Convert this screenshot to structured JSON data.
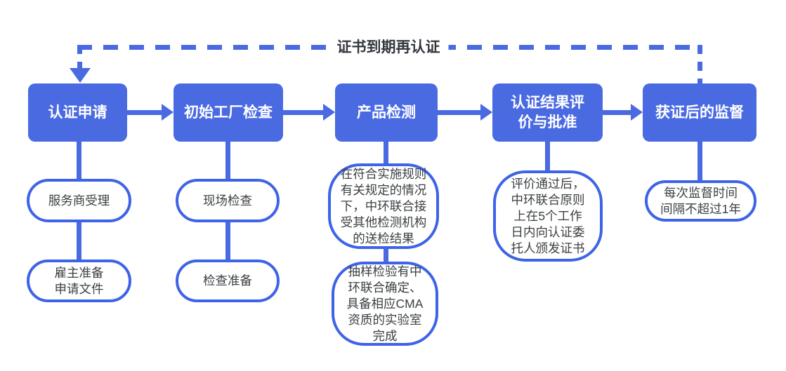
{
  "diagram": {
    "title_hidden": "",
    "recert_loop": {
      "label": "证书到期再认证"
    },
    "colors": {
      "primary_blue": "#4a6ae2",
      "pill_border": "#3e63e7",
      "pill_text": "#3c4043",
      "loop_label_text": "#33373d",
      "stage_text": "#ffffff",
      "background": "#ffffff"
    },
    "columns": [
      {
        "stage": {
          "label": "认证申请"
        },
        "details": [
          {
            "label": "服务商受理"
          },
          {
            "label": "雇主准备\n申请文件"
          }
        ]
      },
      {
        "stage": {
          "label": "初始工厂检查"
        },
        "details": [
          {
            "label": "现场检查"
          },
          {
            "label": "检查准备"
          }
        ]
      },
      {
        "stage": {
          "label": "产品检测"
        },
        "details": [
          {
            "label": "在符合实施规则\n有关规定的情况\n下，中环联合接\n受其他检测机构\n的送检结果"
          },
          {
            "label": "抽样检验有中\n环联合确定、\n具备相应CMA\n资质的实验室\n完成"
          }
        ]
      },
      {
        "stage": {
          "label": "认证结果评\n价与批准"
        },
        "details": [
          {
            "label": "评价通过后，\n中环联合原则\n上在5个工作\n日内向认证委\n托人颁发证书"
          }
        ]
      },
      {
        "stage": {
          "label": "获证后的监督"
        },
        "details": [
          {
            "label": "每次监督时间\n间隔不超过1年"
          }
        ]
      }
    ]
  }
}
